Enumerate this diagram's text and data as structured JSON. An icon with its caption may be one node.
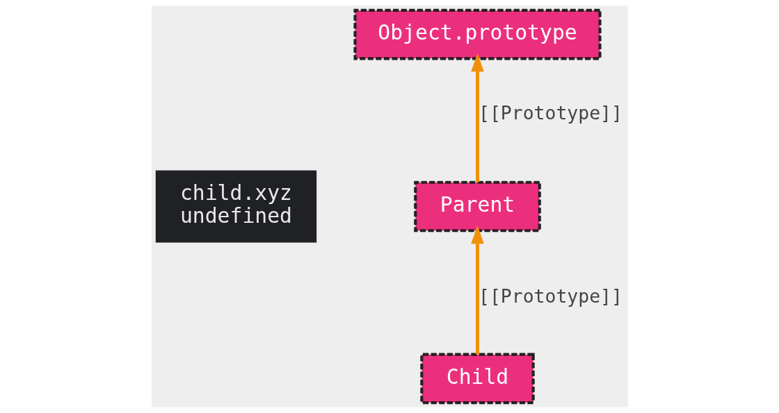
{
  "diagram": {
    "nodes": [
      {
        "text": [
          "child.xyz",
          "undefined"
        ]
      },
      {
        "text": [
          "Object.prototype"
        ]
      },
      {
        "text": [
          "Parent"
        ]
      },
      {
        "text": [
          "Child"
        ]
      }
    ],
    "edges": [
      {
        "from": 2,
        "to": 1,
        "arrow": "to",
        "label": "[[Prototype]]"
      },
      {
        "from": 3,
        "to": 2,
        "arrow": "to",
        "label": "[[Prototype]]"
      }
    ]
  }
}
